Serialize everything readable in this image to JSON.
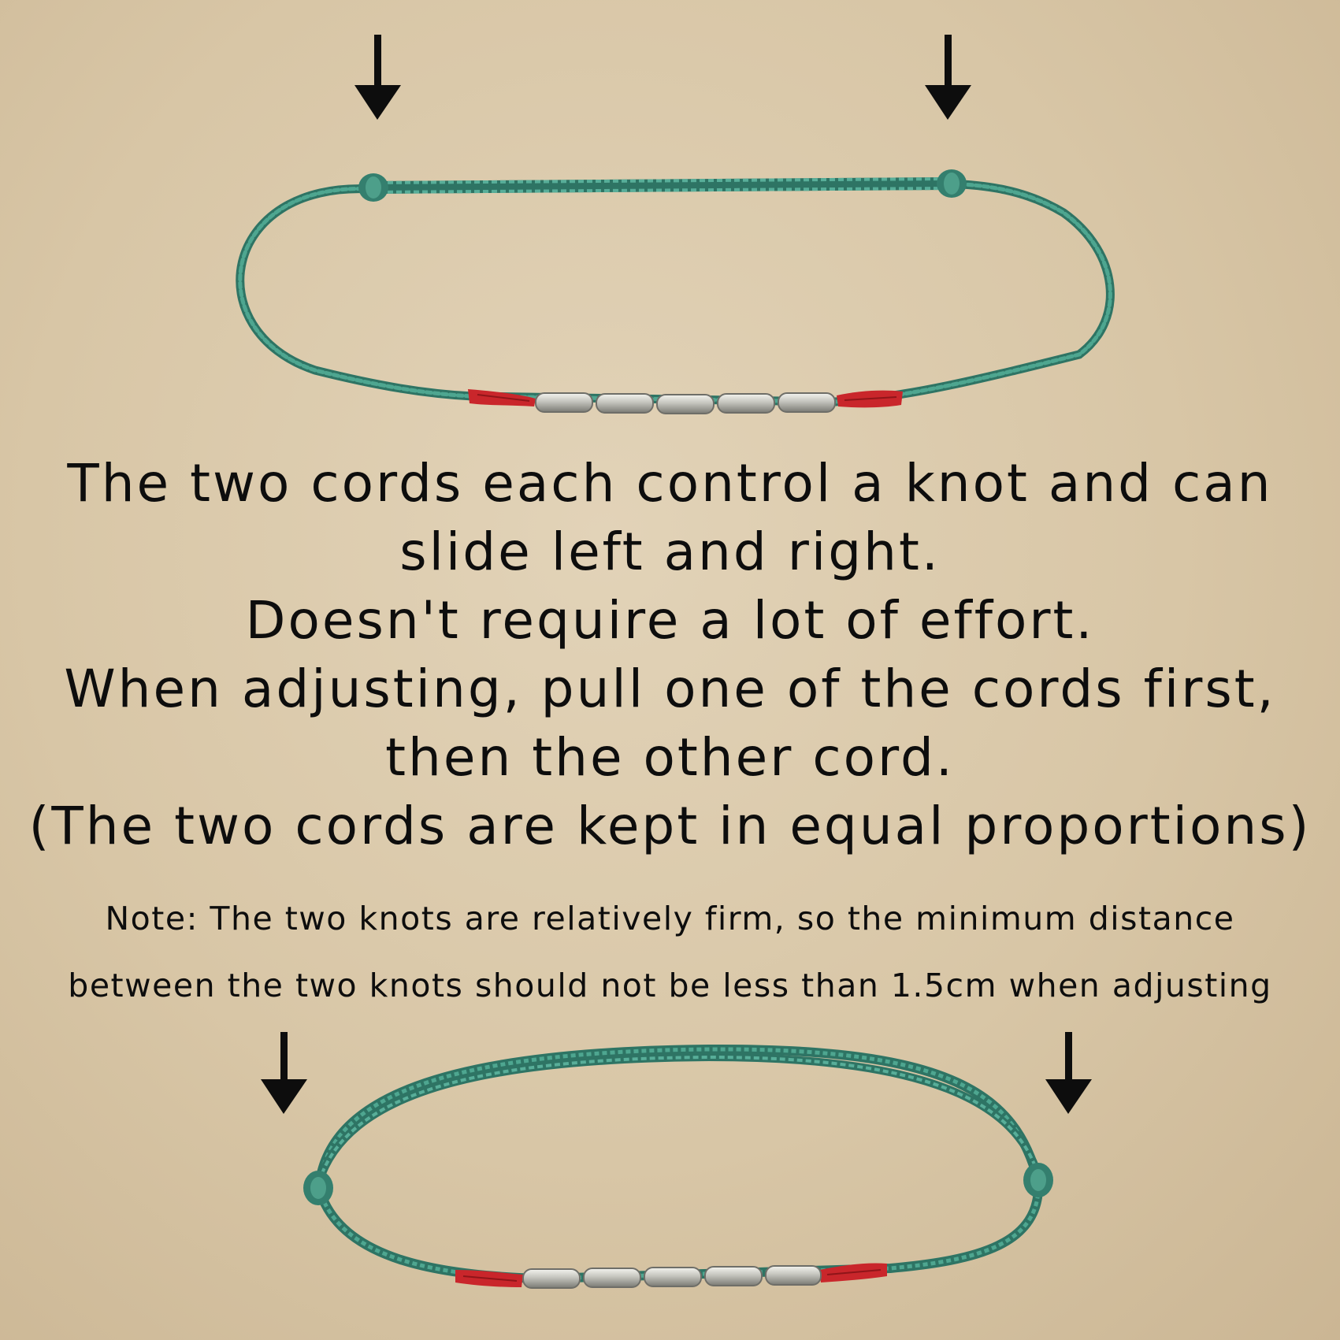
{
  "instructions": {
    "lines": [
      "The two cords each control a knot and can",
      "slide left and right.",
      "Doesn't require a lot of effort.",
      "When adjusting, pull one of the cords first,",
      "then the other cord.",
      "(The two cords are kept in equal proportions)"
    ]
  },
  "note": {
    "lines": [
      "Note: The two knots are relatively firm, so the minimum distance",
      "between the two knots should not be less than 1.5cm when adjusting"
    ]
  },
  "colors": {
    "background": "#dccbad",
    "cord": "#3f9784",
    "cord_dark": "#2c6f60",
    "red_thread": "#c9262b",
    "silver_bead": "#c9c9c3",
    "arrow": "#0d0d0d"
  },
  "icons": [
    "down-arrow-icon"
  ]
}
